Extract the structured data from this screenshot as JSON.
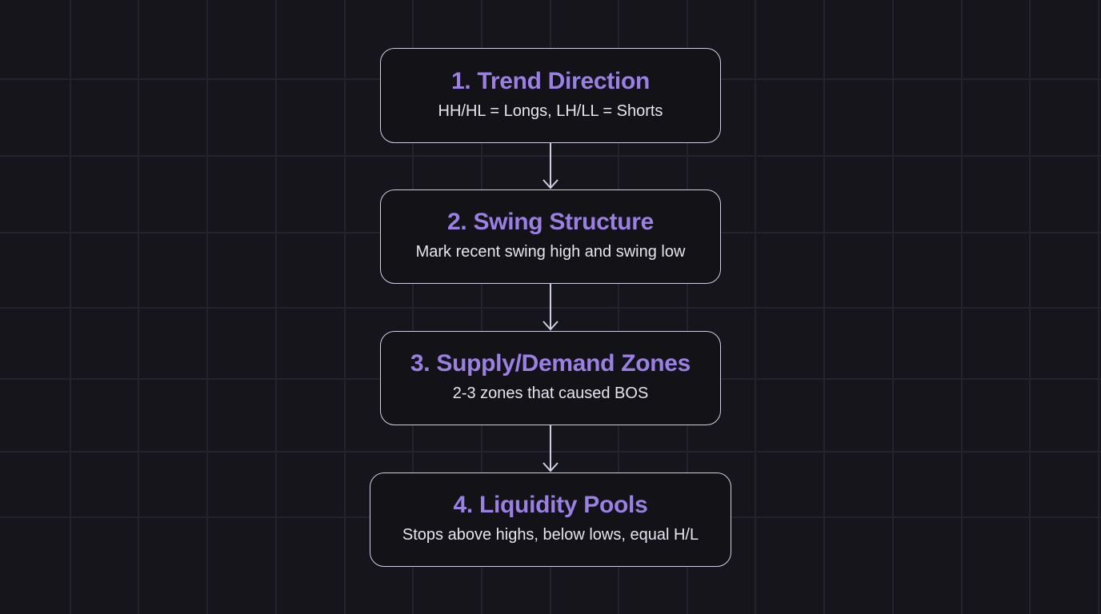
{
  "diagram": {
    "type": "flowchart",
    "direction": "top-to-bottom",
    "colors": {
      "background": "#15151b",
      "grid": "#23232d",
      "node_fill": "#121217",
      "node_border": "#cfcfe4",
      "title": "#9a80e4",
      "subtitle": "#e6e4ee",
      "arrow": "#cfcfe4"
    },
    "nodes": [
      {
        "title": "1. Trend Direction",
        "subtitle": "HH/HL = Longs, LH/LL = Shorts"
      },
      {
        "title": "2. Swing Structure",
        "subtitle": "Mark recent swing high and swing low"
      },
      {
        "title": "3. Supply/Demand Zones",
        "subtitle": "2-3 zones that caused BOS"
      },
      {
        "title": "4. Liquidity Pools",
        "subtitle": "Stops above highs, below lows, equal H/L"
      }
    ],
    "edges": [
      {
        "from": 1,
        "to": 2,
        "icon": "arrow-down-icon"
      },
      {
        "from": 2,
        "to": 3,
        "icon": "arrow-down-icon"
      },
      {
        "from": 3,
        "to": 4,
        "icon": "arrow-down-icon"
      }
    ]
  }
}
